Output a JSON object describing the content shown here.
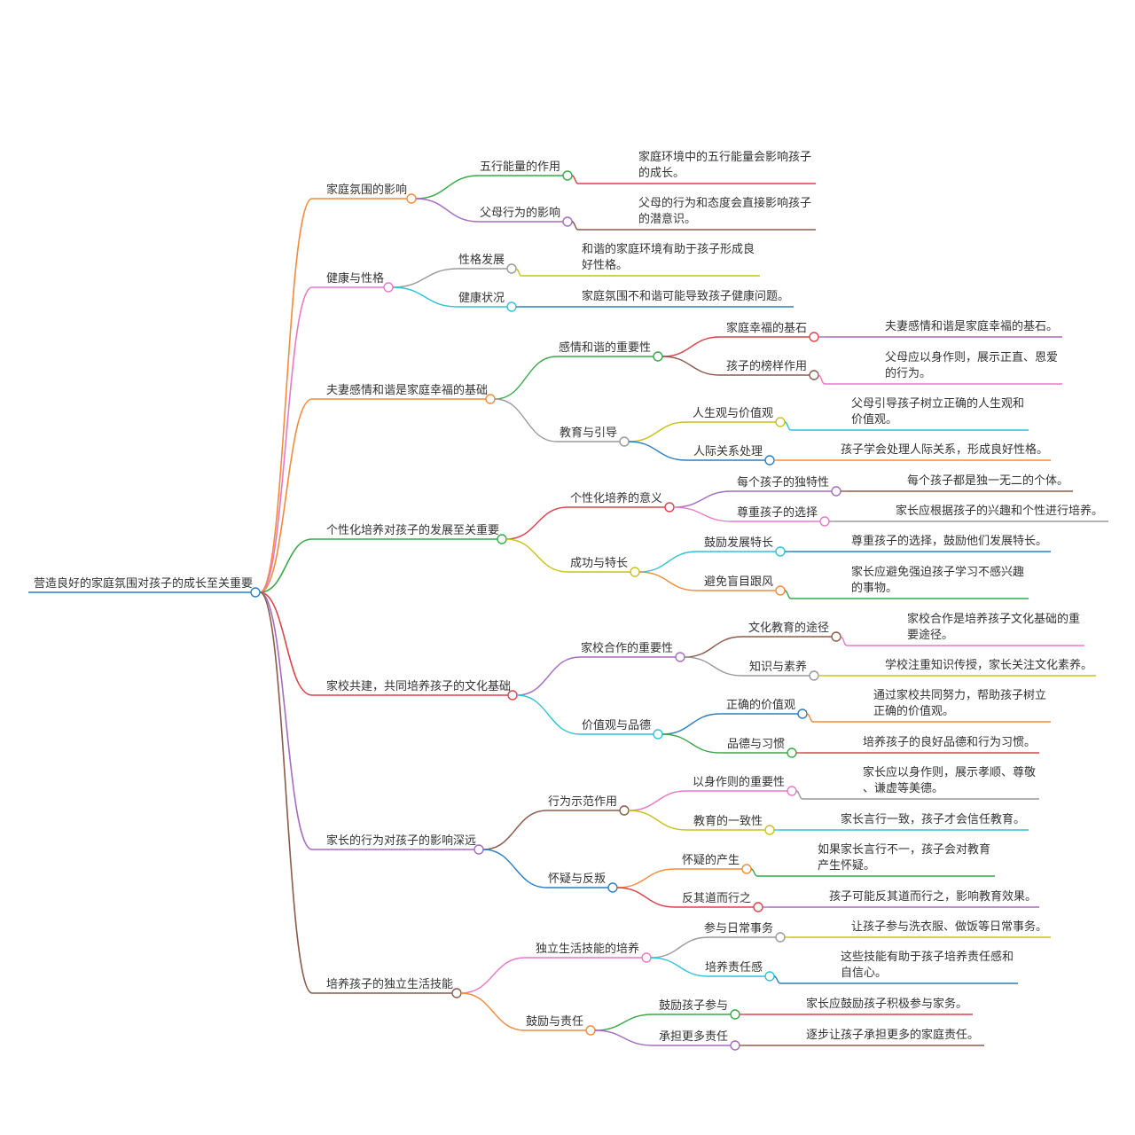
{
  "root": "营造良好的家庭氛围对孩子的成长至关重要",
  "branches": [
    {
      "label": "家庭氛围的影响",
      "color": "#f28b3c",
      "children": [
        {
          "label": "五行能量的作用",
          "color": "#3aa84a",
          "children": [
            {
              "lines": [
                "家庭环境中的五行能量会影响孩子",
                "的成长。"
              ],
              "color": "#d9434b"
            }
          ]
        },
        {
          "label": "父母行为的影响",
          "color": "#a56cc1",
          "children": [
            {
              "lines": [
                "父母的行为和态度会直接影响孩子",
                "的潜意识。"
              ],
              "color": "#8b5a4a"
            }
          ]
        }
      ]
    },
    {
      "label": "健康与性格",
      "color": "#e879c6",
      "children": [
        {
          "label": "性格发展",
          "color": "#999999",
          "children": [
            {
              "lines": [
                "和谐的家庭环境有助于孩子形成良",
                "好性格。"
              ],
              "color": "#c8c21a"
            }
          ]
        },
        {
          "label": "健康状况",
          "color": "#2ec4d6",
          "children": [
            {
              "lines": [
                "家庭氛围不和谐可能导致孩子健康问题。"
              ],
              "color": "#2b7fc0"
            }
          ]
        }
      ]
    },
    {
      "label": "夫妻感情和谐是家庭幸福的基础",
      "color": "#f28b3c",
      "children": [
        {
          "label": "感情和谐的重要性",
          "color": "#3aa84a",
          "children": [
            {
              "label": "家庭幸福的基石",
              "color": "#d9434b",
              "children": [
                {
                  "lines": [
                    "夫妻感情和谐是家庭幸福的基石。"
                  ],
                  "color": "#a56cc1"
                }
              ]
            },
            {
              "label": "孩子的榜样作用",
              "color": "#8b5a4a",
              "children": [
                {
                  "lines": [
                    "父母应以身作则，展示正直、恩爱",
                    "的行为。"
                  ],
                  "color": "#e879c6"
                }
              ]
            }
          ]
        },
        {
          "label": "教育与引导",
          "color": "#999999",
          "children": [
            {
              "label": "人生观与价值观",
              "color": "#c8c21a",
              "children": [
                {
                  "lines": [
                    "父母引导孩子树立正确的人生观和",
                    "价值观。"
                  ],
                  "color": "#2ec4d6"
                }
              ]
            },
            {
              "label": "人际关系处理",
              "color": "#2b7fc0",
              "children": [
                {
                  "lines": [
                    "孩子学会处理人际关系，形成良好性格。"
                  ],
                  "color": "#f28b3c"
                }
              ]
            }
          ]
        }
      ]
    },
    {
      "label": "个性化培养对孩子的发展至关重要",
      "color": "#3aa84a",
      "children": [
        {
          "label": "个性化培养的意义",
          "color": "#d9434b",
          "children": [
            {
              "label": "每个孩子的独特性",
              "color": "#a56cc1",
              "children": [
                {
                  "lines": [
                    "每个孩子都是独一无二的个体。"
                  ],
                  "color": "#8b5a4a"
                }
              ]
            },
            {
              "label": "尊重孩子的选择",
              "color": "#e879c6",
              "children": [
                {
                  "lines": [
                    "家长应根据孩子的兴趣和个性进行培养。"
                  ],
                  "color": "#999999"
                }
              ]
            }
          ]
        },
        {
          "label": "成功与特长",
          "color": "#c8c21a",
          "children": [
            {
              "label": "鼓励发展特长",
              "color": "#2ec4d6",
              "children": [
                {
                  "lines": [
                    "尊重孩子的选择，鼓励他们发展特长。"
                  ],
                  "color": "#2b7fc0"
                }
              ]
            },
            {
              "label": "避免盲目跟风",
              "color": "#f28b3c",
              "children": [
                {
                  "lines": [
                    "家长应避免强迫孩子学习不感兴趣",
                    "的事物。"
                  ],
                  "color": "#3aa84a"
                }
              ]
            }
          ]
        }
      ]
    },
    {
      "label": "家校共建，共同培养孩子的文化基础",
      "color": "#d9434b",
      "children": [
        {
          "label": "家校合作的重要性",
          "color": "#a56cc1",
          "children": [
            {
              "label": "文化教育的途径",
              "color": "#8b5a4a",
              "children": [
                {
                  "lines": [
                    "家校合作是培养孩子文化基础的重",
                    "要途径。"
                  ],
                  "color": "#e879c6"
                }
              ]
            },
            {
              "label": "知识与素养",
              "color": "#999999",
              "children": [
                {
                  "lines": [
                    "学校注重知识传授，家长关注文化素养。"
                  ],
                  "color": "#c8c21a"
                }
              ]
            }
          ]
        },
        {
          "label": "价值观与品德",
          "color": "#2ec4d6",
          "children": [
            {
              "label": "正确的价值观",
              "color": "#2b7fc0",
              "children": [
                {
                  "lines": [
                    "通过家校共同努力，帮助孩子树立",
                    "正确的价值观。"
                  ],
                  "color": "#f28b3c"
                }
              ]
            },
            {
              "label": "品德与习惯",
              "color": "#3aa84a",
              "children": [
                {
                  "lines": [
                    "培养孩子的良好品德和行为习惯。"
                  ],
                  "color": "#d9434b"
                }
              ]
            }
          ]
        }
      ]
    },
    {
      "label": "家长的行为对孩子的影响深远",
      "color": "#a56cc1",
      "children": [
        {
          "label": "行为示范作用",
          "color": "#8b5a4a",
          "children": [
            {
              "label": "以身作则的重要性",
              "color": "#e879c6",
              "children": [
                {
                  "lines": [
                    "家长应以身作则，展示孝顺、尊敬",
                    "、谦虚等美德。"
                  ],
                  "color": "#999999"
                }
              ]
            },
            {
              "label": "教育的一致性",
              "color": "#c8c21a",
              "children": [
                {
                  "lines": [
                    "家长言行一致，孩子才会信任教育。"
                  ],
                  "color": "#2ec4d6"
                }
              ]
            }
          ]
        },
        {
          "label": "怀疑与反叛",
          "color": "#2b7fc0",
          "children": [
            {
              "label": "怀疑的产生",
              "color": "#f28b3c",
              "children": [
                {
                  "lines": [
                    "如果家长言行不一，孩子会对教育",
                    "产生怀疑。"
                  ],
                  "color": "#3aa84a"
                }
              ]
            },
            {
              "label": "反其道而行之",
              "color": "#d9434b",
              "children": [
                {
                  "lines": [
                    "孩子可能反其道而行之，影响教育效果。"
                  ],
                  "color": "#a56cc1"
                }
              ]
            }
          ]
        }
      ]
    },
    {
      "label": "培养孩子的独立生活技能",
      "color": "#8b5a4a",
      "children": [
        {
          "label": "独立生活技能的培养",
          "color": "#e879c6",
          "children": [
            {
              "label": "参与日常事务",
              "color": "#999999",
              "children": [
                {
                  "lines": [
                    "让孩子参与洗衣服、做饭等日常事务。"
                  ],
                  "color": "#c8c21a"
                }
              ]
            },
            {
              "label": "培养责任感",
              "color": "#2ec4d6",
              "children": [
                {
                  "lines": [
                    "这些技能有助于孩子培养责任感和",
                    "自信心。"
                  ],
                  "color": "#2b7fc0"
                }
              ]
            }
          ]
        },
        {
          "label": "鼓励与责任",
          "color": "#f28b3c",
          "children": [
            {
              "label": "鼓励孩子参与",
              "color": "#3aa84a",
              "children": [
                {
                  "lines": [
                    "家长应鼓励孩子积极参与家务。"
                  ],
                  "color": "#d9434b"
                }
              ]
            },
            {
              "label": "承担更多责任",
              "color": "#a56cc1",
              "children": [
                {
                  "lines": [
                    "逐步让孩子承担更多的家庭责任。"
                  ],
                  "color": "#8b5a4a"
                }
              ]
            }
          ]
        }
      ]
    }
  ]
}
